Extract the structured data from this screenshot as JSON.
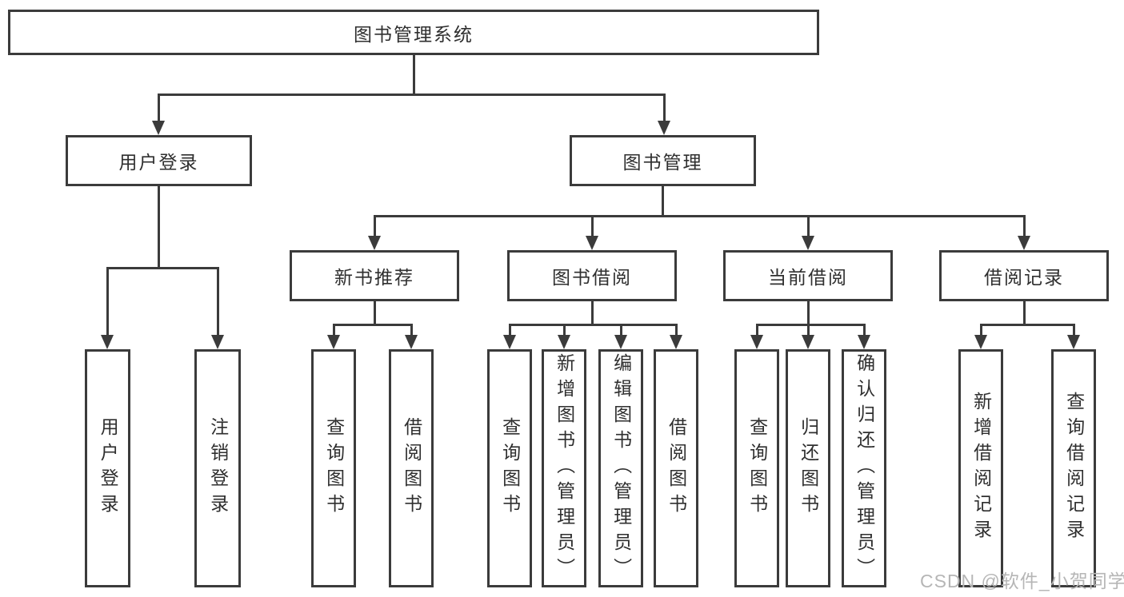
{
  "diagram": {
    "root": {
      "label": "图书管理系统",
      "children": [
        {
          "label": "用户登录",
          "children": [
            {
              "label": "用户登录"
            },
            {
              "label": "注销登录"
            }
          ]
        },
        {
          "label": "图书管理",
          "children": [
            {
              "label": "新书推荐",
              "children": [
                {
                  "label": "查询图书"
                },
                {
                  "label": "借阅图书"
                }
              ]
            },
            {
              "label": "图书借阅",
              "children": [
                {
                  "label": "查询图书"
                },
                {
                  "label": "新增图书（管理员）"
                },
                {
                  "label": "编辑图书（管理员）"
                },
                {
                  "label": "借阅图书"
                }
              ]
            },
            {
              "label": "当前借阅",
              "children": [
                {
                  "label": "查询图书"
                },
                {
                  "label": "归还图书"
                },
                {
                  "label": "确认归还（管理员）"
                }
              ]
            },
            {
              "label": "借阅记录",
              "children": [
                {
                  "label": "新增借阅记录"
                },
                {
                  "label": "查询借阅记录"
                }
              ]
            }
          ]
        }
      ]
    }
  },
  "watermark": {
    "text": "CSDN @软件_小贺同学"
  },
  "colors": {
    "line": "#3b3b3b",
    "text": "#2f2f2f",
    "watermark": "#b6b6b6",
    "background": "#ffffff"
  }
}
